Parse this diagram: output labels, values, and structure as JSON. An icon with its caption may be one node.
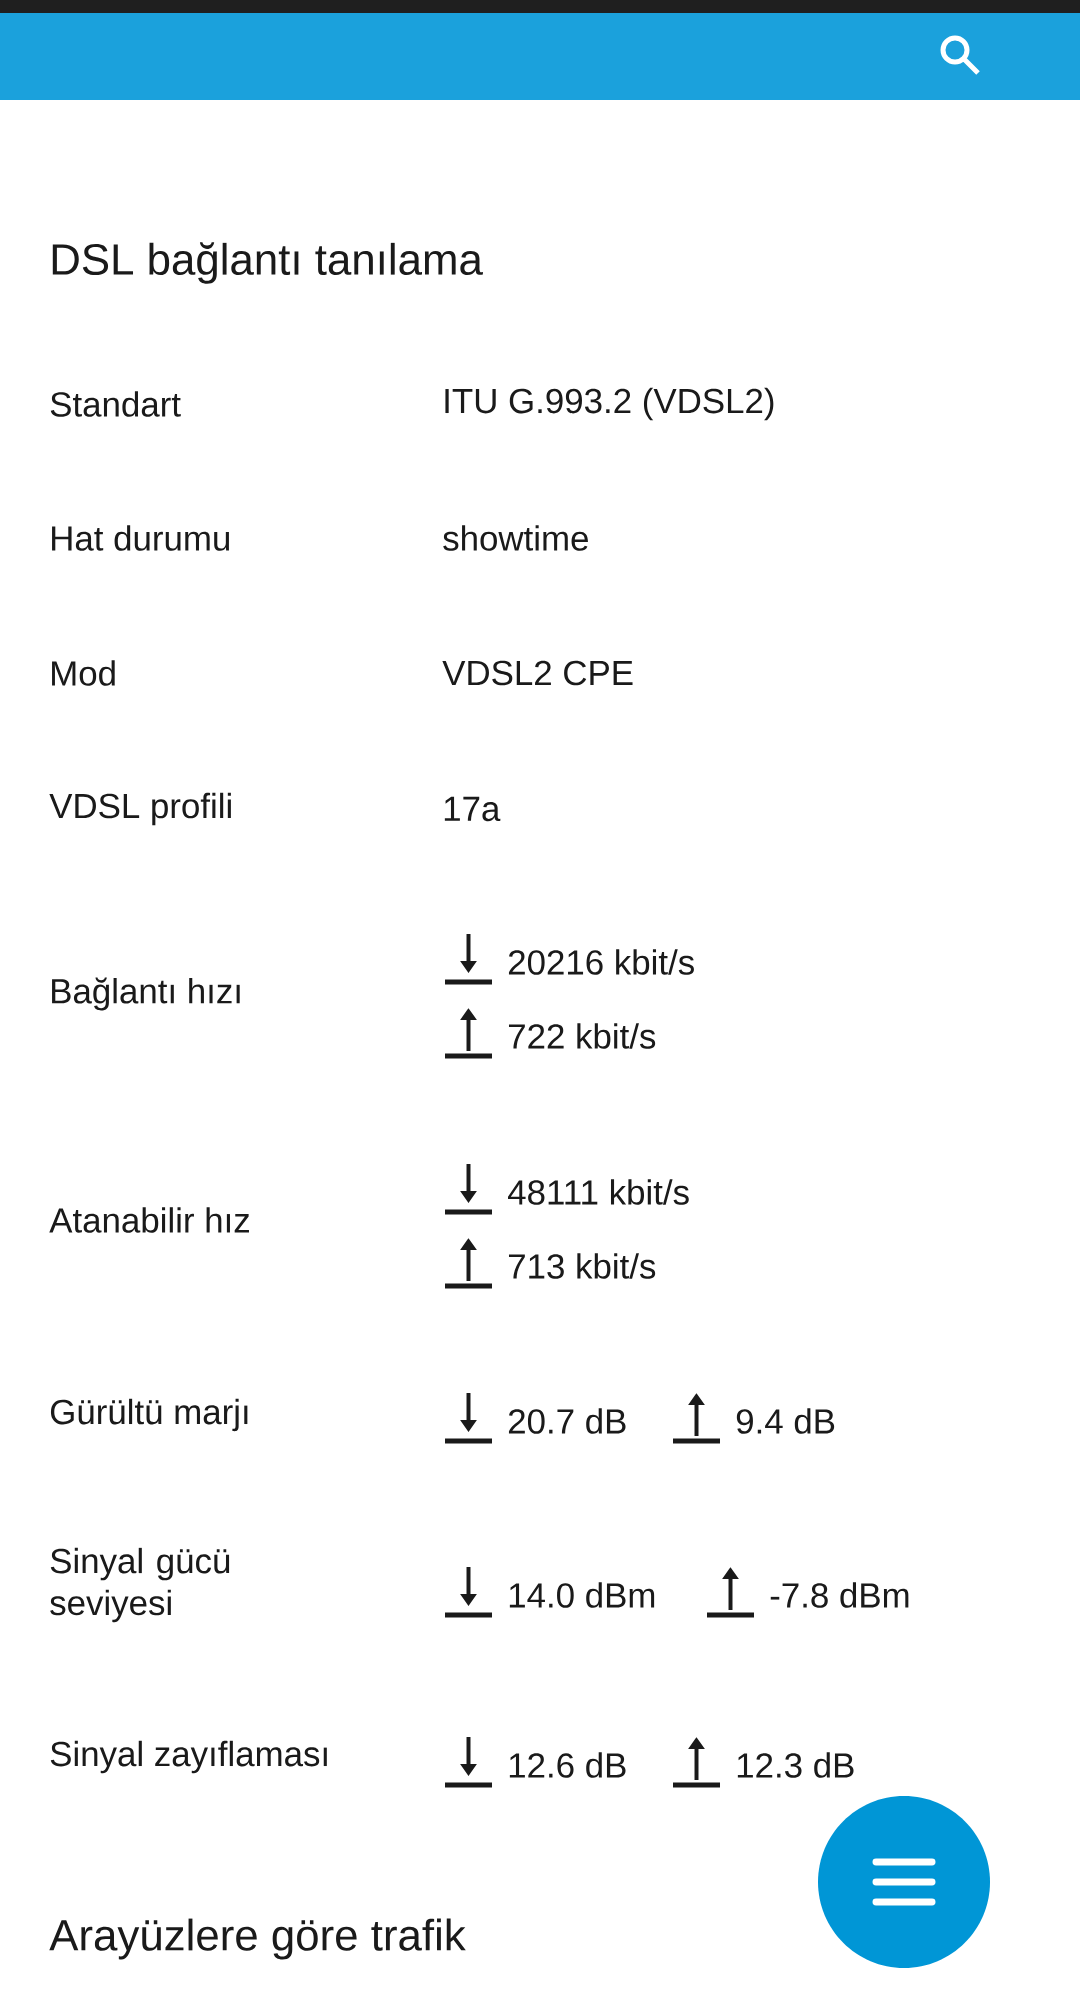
{
  "diagram": {
    "title": "DSL bağlantı tanılama",
    "labels": [
      "Standart",
      "ITU G.993.2 (VDSL2)",
      "Hat durumu",
      "showtime",
      "Mod",
      "VDSL2 CPE",
      "VDSL profili",
      "17a",
      "Bağlantı hızı",
      "20216 kbit/s",
      "722 kbit/s",
      "Atanabilir hız",
      "48111 kbit/s",
      "713 kbit/s",
      "Gürültü marjı",
      "20.7 dB",
      "9.4 dB",
      "Sinyal gücü seviyesi",
      "14.0 dBm",
      "-7.8 dBm",
      "Sinyal zayıflaması",
      "12.6 dB",
      "12.3 dB",
      "Arayüzlere göre trafik"
    ]
  }
}
